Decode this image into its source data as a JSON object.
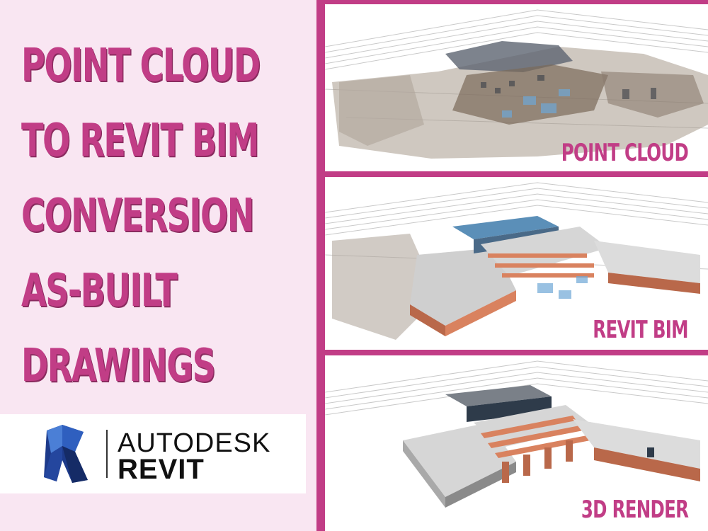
{
  "headline": {
    "lines": [
      "POINT CLOUD",
      "TO REVIT BIM",
      "CONVERSION",
      "AS-BUILT",
      "DRAWINGS"
    ]
  },
  "logo": {
    "brand": "AUTODESK",
    "product": "REVIT",
    "icon": "revit-r-logo-icon"
  },
  "panels": [
    {
      "label": "POINT CLOUD",
      "image": "point-cloud-scan-of-building"
    },
    {
      "label": "REVIT BIM",
      "image": "point-cloud-with-revit-model-overlay"
    },
    {
      "label": "3D RENDER",
      "image": "rendered-3d-building-model"
    }
  ],
  "colors": {
    "accent": "#c13d86",
    "left_background": "#f9e6f2",
    "brick": "#d9825f",
    "roof": "#d6d6d6"
  }
}
